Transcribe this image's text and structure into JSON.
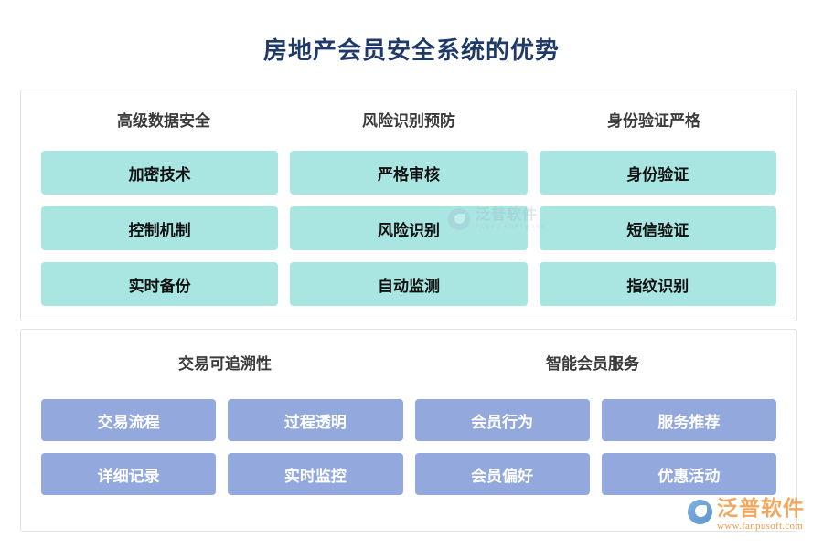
{
  "title": "房地产会员安全系统的优势",
  "theme": {
    "title_color": "#1f3a68",
    "header_color": "#3b3b3b",
    "mint_chip_bg": "#a9e6e1",
    "mint_chip_text": "#111111",
    "blue_chip_bg": "#93a8dc",
    "blue_chip_text": "#ffffff",
    "panel_border": "#e2e2e2",
    "page_bg": "#ffffff"
  },
  "panels": [
    {
      "id": "security-panel",
      "columns": 3,
      "headers": [
        "高级数据安全",
        "风险识别预防",
        "身份验证严格"
      ],
      "chips": [
        "加密技术",
        "严格审核",
        "身份验证",
        "控制机制",
        "风险识别",
        "短信验证",
        "实时备份",
        "自动监测",
        "指纹识别"
      ]
    },
    {
      "id": "service-panel",
      "columns": 4,
      "headers": [
        "交易可追溯性",
        "智能会员服务"
      ],
      "chips": [
        "交易流程",
        "过程透明",
        "会员行为",
        "服务推荐",
        "详细记录",
        "实时监控",
        "会员偏好",
        "优惠活动"
      ]
    }
  ],
  "watermark": {
    "cn": "泛普软件",
    "en": "FANPU SOFTWARE"
  },
  "logo": {
    "cn": "泛普软件",
    "url": "www.fanpusoft.com"
  }
}
